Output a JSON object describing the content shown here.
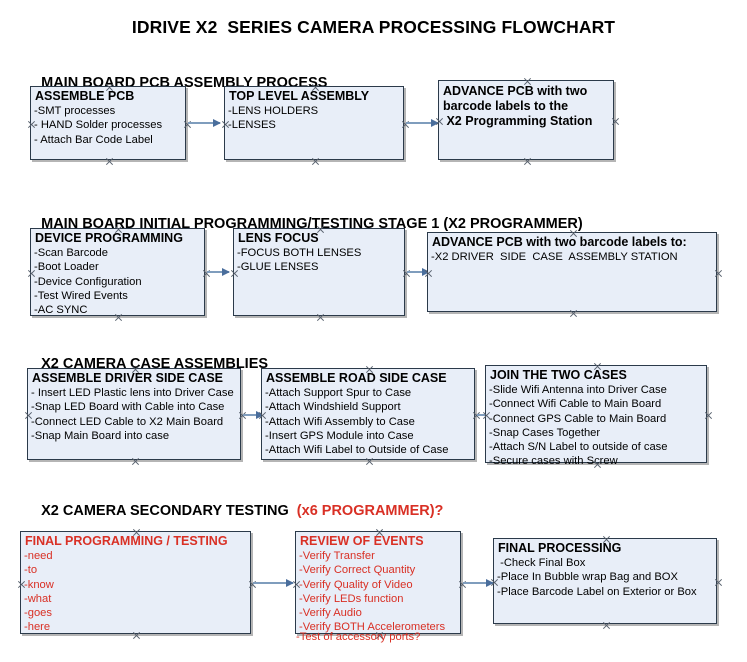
{
  "document": {
    "title": "IDRIVE X2  SERIES CAMERA PROCESSING FLOWCHART"
  },
  "colors": {
    "node_fill": "#e8eef8",
    "node_border": "#2b3a4a",
    "connector": "#7f9dbd",
    "accent_red": "#d93025",
    "text": "#000000"
  },
  "sections": [
    {
      "id": "main-board-pcb-assembly",
      "heading": "MAIN BOARD PCB ASSEMBLY PROCESS",
      "heading_accent": "",
      "nodes": [
        {
          "id": "assemble-pcb",
          "title": "ASSEMBLE PCB",
          "lines": [
            "-SMT processes",
            "- HAND Solder processes",
            "- Attach Bar Code Label"
          ],
          "red": false
        },
        {
          "id": "top-level-assembly",
          "title": "TOP LEVEL ASSEMBLY",
          "lines": [
            "-LENS HOLDERS",
            "-LENSES"
          ],
          "red": false
        },
        {
          "id": "advance-pcb-to-x2-programming-station",
          "title": "ADVANCE PCB with two\nbarcode labels to the\n X2 Programming Station",
          "lines": [],
          "red": false
        }
      ]
    },
    {
      "id": "main-board-initial-programming",
      "heading": "MAIN BOARD INITIAL PROGRAMMING/TESTING STAGE 1 (X2 PROGRAMMER)",
      "heading_accent": "",
      "nodes": [
        {
          "id": "device-programming",
          "title": "DEVICE PROGRAMMING",
          "lines": [
            "-Scan Barcode",
            "-Boot Loader",
            "-Device Configuration",
            "-Test Wired Events",
            "-AC SYNC"
          ],
          "red": false
        },
        {
          "id": "lens-focus",
          "title": "LENS FOCUS",
          "lines": [
            "-FOCUS BOTH LENSES",
            "-GLUE LENSES"
          ],
          "red": false
        },
        {
          "id": "advance-pcb-to-driver-side-case-station",
          "title": "ADVANCE PCB with two barcode labels to:",
          "lines": [
            "-X2 DRIVER  SIDE  CASE  ASSEMBLY STATION"
          ],
          "red": false
        }
      ]
    },
    {
      "id": "x2-camera-case-assemblies",
      "heading": "X2 CAMERA CASE ASSEMBLIES",
      "heading_accent": "",
      "nodes": [
        {
          "id": "assemble-driver-side-case",
          "title": "ASSEMBLE DRIVER SIDE CASE",
          "lines": [
            "- Insert LED Plastic lens into Driver Case",
            "-Snap LED Board with Cable into Case",
            "-Connect LED Cable to X2 Main Board",
            "-Snap Main Board into case"
          ],
          "red": false
        },
        {
          "id": "assemble-road-side-case",
          "title": "ASSEMBLE ROAD SIDE CASE",
          "lines": [
            "-Attach Support Spur to Case",
            "-Attach Windshield Support",
            "-Attach Wifi Assembly to Case",
            "-Insert GPS Module into Case",
            "-Attach Wifi Label to Outside of Case"
          ],
          "red": false
        },
        {
          "id": "join-the-two-cases",
          "title": "JOIN THE TWO CASES",
          "lines": [
            "-Slide Wifi Antenna into Driver Case",
            "-Connect Wifi Cable to Main Board",
            "-Connect GPS Cable to Main Board",
            "-Snap Cases Together",
            "-Attach S/N Label to outside of case",
            "-Secure cases with Screw"
          ],
          "red": false
        }
      ]
    },
    {
      "id": "x2-camera-secondary-testing",
      "heading": "X2 CAMERA SECONDARY TESTING  ",
      "heading_accent": "(x6 PROGRAMMER)?",
      "nodes": [
        {
          "id": "final-programming-testing",
          "title": "FINAL PROGRAMMING / TESTING",
          "lines": [
            "-need",
            "-to",
            "-know",
            "-what",
            "-goes",
            "-here"
          ],
          "red": true
        },
        {
          "id": "review-of-events",
          "title": "REVIEW OF EVENTS",
          "lines": [
            "-Verify Transfer",
            "-Verify Correct Quantity",
            "-Verify Quality of Video",
            "-Verify LEDs function",
            "-Verify Audio",
            "-Verify BOTH Accelerometers"
          ],
          "red": true,
          "overflow_line": "-Test of accessory ports?"
        },
        {
          "id": "final-processing",
          "title": "FINAL PROCESSING",
          "lines": [
            " -Check Final Box",
            "-Place In Bubble wrap Bag and BOX",
            "-Place Barcode Label on Exterior or Box"
          ],
          "red": false
        }
      ]
    }
  ]
}
